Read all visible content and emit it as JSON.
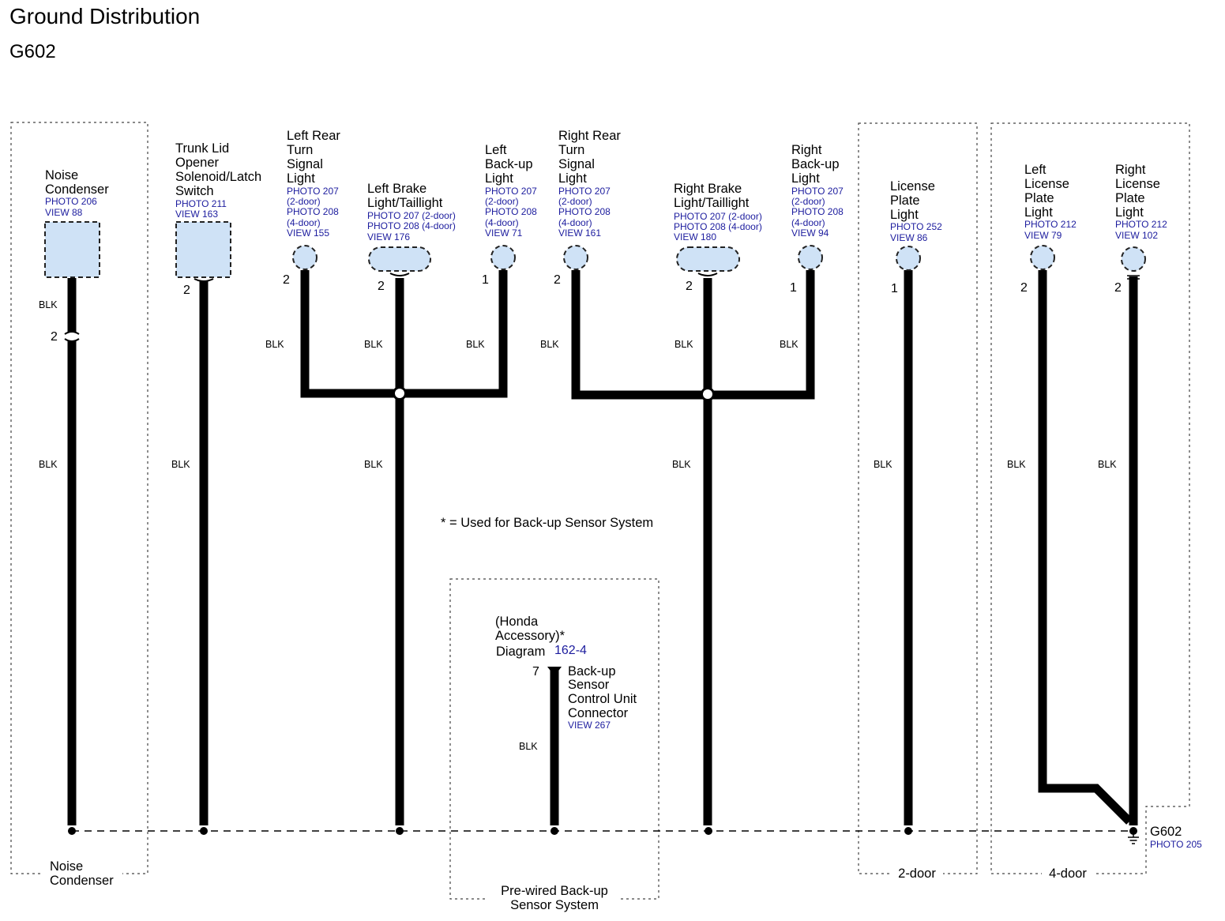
{
  "title": "Ground Distribution",
  "subtitle": "G602",
  "note": "* = Used for Back-up Sensor System",
  "wire_color": "BLK",
  "components": {
    "noise_condenser": {
      "name": [
        "Noise",
        "Condenser"
      ],
      "refs": [
        "PHOTO 206",
        "VIEW 88"
      ],
      "pin": "2"
    },
    "trunk_lid": {
      "name": [
        "Trunk Lid",
        "Opener",
        "Solenoid/Latch",
        "Switch"
      ],
      "refs": [
        "PHOTO 211",
        "VIEW 163"
      ],
      "pin": "2"
    },
    "left_rear_turn": {
      "name": [
        "Left Rear",
        "Turn",
        "Signal",
        "Light"
      ],
      "refs": [
        "PHOTO 207",
        "(2-door)",
        "PHOTO 208",
        "(4-door)",
        "VIEW 155"
      ],
      "pin": "2"
    },
    "left_brake": {
      "name": [
        "Left Brake",
        "Light/Taillight"
      ],
      "refs": [
        "PHOTO 207 (2-door)",
        "PHOTO 208 (4-door)",
        "VIEW 176"
      ],
      "pin": "2"
    },
    "left_backup": {
      "name": [
        "Left",
        "Back-up",
        "Light"
      ],
      "refs": [
        "PHOTO 207",
        "(2-door)",
        "PHOTO 208",
        "(4-door)",
        "VIEW 71"
      ],
      "pin": "1"
    },
    "right_rear_turn": {
      "name": [
        "Right Rear",
        "Turn",
        "Signal",
        "Light"
      ],
      "refs": [
        "PHOTO 207",
        "(2-door)",
        "PHOTO 208",
        "(4-door)",
        "VIEW 161"
      ],
      "pin": "2"
    },
    "right_brake": {
      "name": [
        "Right Brake",
        "Light/Taillight"
      ],
      "refs": [
        "PHOTO 207 (2-door)",
        "PHOTO 208 (4-door)",
        "VIEW 180"
      ],
      "pin": "2"
    },
    "right_backup": {
      "name": [
        "Right",
        "Back-up",
        "Light"
      ],
      "refs": [
        "PHOTO 207",
        "(2-door)",
        "PHOTO 208",
        "(4-door)",
        "VIEW 94"
      ],
      "pin": "1"
    },
    "license_plate": {
      "name": [
        "License",
        "Plate",
        "Light"
      ],
      "refs": [
        "PHOTO 252",
        "VIEW 86"
      ],
      "pin": "1"
    },
    "left_license": {
      "name": [
        "Left",
        "License",
        "Plate",
        "Light"
      ],
      "refs": [
        "PHOTO 212",
        "VIEW 79"
      ],
      "pin": "2"
    },
    "right_license": {
      "name": [
        "Right",
        "License",
        "Plate",
        "Light"
      ],
      "refs": [
        "PHOTO 212",
        "VIEW 102"
      ],
      "pin": "2"
    },
    "backup_sensor": {
      "accessory": [
        "(Honda",
        "Accessory)*"
      ],
      "diagram_label": "Diagram",
      "diagram_ref": "162-4",
      "name": [
        "Back-up",
        "Sensor",
        "Control Unit",
        "Connector"
      ],
      "refs": [
        "VIEW 267"
      ],
      "pin": "7"
    }
  },
  "inline_connector_pin": "2",
  "boxes": {
    "noise_condenser": [
      "Noise",
      "Condenser"
    ],
    "backup_sensor": [
      "Pre-wired Back-up",
      "Sensor System"
    ],
    "two_door": "2-door",
    "four_door": "4-door"
  },
  "ground": {
    "name": "G602",
    "ref": "PHOTO 205"
  }
}
